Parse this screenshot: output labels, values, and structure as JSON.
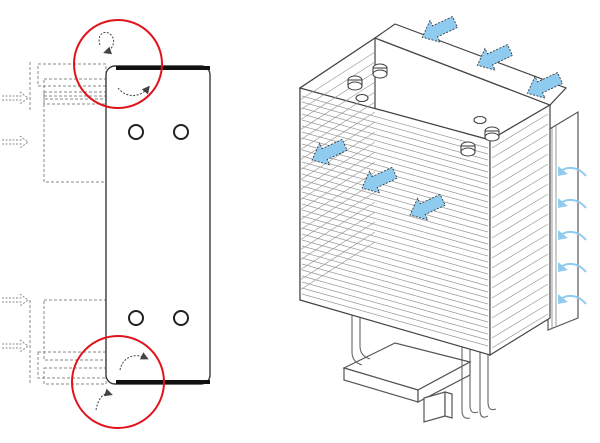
{
  "colors": {
    "background": "#ffffff",
    "line": "#3a3a3a",
    "dashed": "#8a8a8a",
    "highlight_circle": "#e0121b",
    "airflow_arrow": "#8ecbef",
    "fins": "#9a9a9a",
    "thick_edge": "#111111"
  },
  "left_panel": {
    "hole_rows": 2,
    "holes_per_row": 2,
    "highlight_circles": 2,
    "side_inflow_arrows": 4,
    "curl_arrows": 4
  },
  "right_panel": {
    "top_airflow_arrows": 3,
    "front_airflow_arrows": 3,
    "side_curl_arrows": 5,
    "heatpipe_caps": 6
  }
}
